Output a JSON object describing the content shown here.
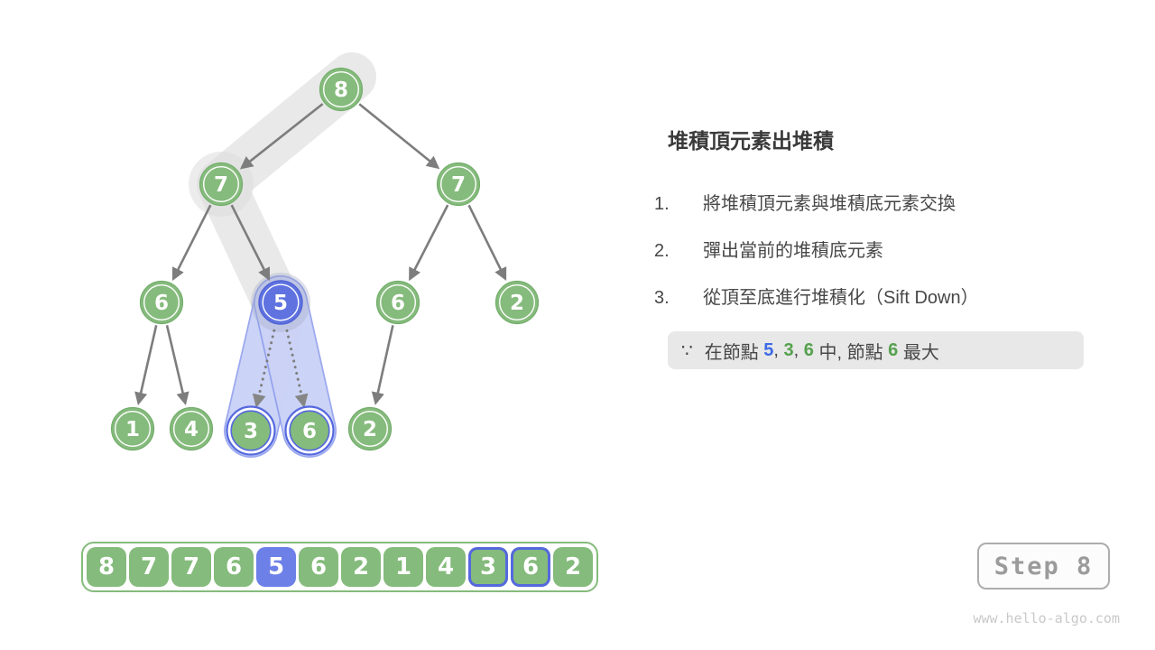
{
  "panel": {
    "title": "堆積頂元素出堆積",
    "steps": [
      {
        "num": "1.",
        "text": "將堆積頂元素與堆積底元素交換"
      },
      {
        "num": "2.",
        "text": "彈出當前的堆積底元素"
      },
      {
        "num": "3.",
        "text": "從頂至底進行堆積化（Sift Down）"
      }
    ],
    "note": {
      "parts": [
        {
          "text": "∵"
        },
        {
          "text": "在節點 "
        },
        {
          "text": "5"
        },
        {
          "text": ", "
        },
        {
          "text": "3"
        },
        {
          "text": ", "
        },
        {
          "text": "6"
        },
        {
          "text": " 中, 節點 "
        },
        {
          "text": "6"
        },
        {
          "text": " 最大"
        }
      ]
    }
  },
  "tree": {
    "nodes": [
      {
        "value": "8",
        "state": "normal"
      },
      {
        "value": "7",
        "state": "normal"
      },
      {
        "value": "7",
        "state": "normal"
      },
      {
        "value": "6",
        "state": "normal"
      },
      {
        "value": "5",
        "state": "active-blue"
      },
      {
        "value": "6",
        "state": "normal"
      },
      {
        "value": "2",
        "state": "normal"
      },
      {
        "value": "1",
        "state": "normal"
      },
      {
        "value": "4",
        "state": "normal"
      },
      {
        "value": "3",
        "state": "compare-highlight"
      },
      {
        "value": "6",
        "state": "compare-highlight"
      },
      {
        "value": "2",
        "state": "normal"
      }
    ]
  },
  "array": {
    "cells": [
      {
        "value": "8",
        "state": "normal"
      },
      {
        "value": "7",
        "state": "normal"
      },
      {
        "value": "7",
        "state": "normal"
      },
      {
        "value": "6",
        "state": "normal"
      },
      {
        "value": "5",
        "state": "active-blue"
      },
      {
        "value": "6",
        "state": "normal"
      },
      {
        "value": "2",
        "state": "normal"
      },
      {
        "value": "1",
        "state": "normal"
      },
      {
        "value": "4",
        "state": "normal"
      },
      {
        "value": "3",
        "state": "compare-highlight"
      },
      {
        "value": "6",
        "state": "compare-highlight"
      },
      {
        "value": "2",
        "state": "normal"
      }
    ]
  },
  "step_badge": {
    "label": "Step 8"
  },
  "watermark": {
    "text": "www.hello-algo.com"
  },
  "colors": {
    "green": "#85bb7c",
    "green-border": "#74ad6c",
    "blue": "#5f72e0",
    "blue-border": "#5163d6",
    "cell-blue": "#6c80e7",
    "ring-blue": "#5568de",
    "capsule-fill": "#cdd5f6",
    "capsule-border": "#8b99ec",
    "band": "#e9e9e9",
    "arrow": "#7d7d7d",
    "note-bg": "#e8e8e8",
    "note-num-blue": "#3d6be4",
    "note-num-green": "#55a14e",
    "badge-border": "#adadad",
    "badge-text": "#9b9b9b",
    "watermark": "#c9c9c9"
  }
}
